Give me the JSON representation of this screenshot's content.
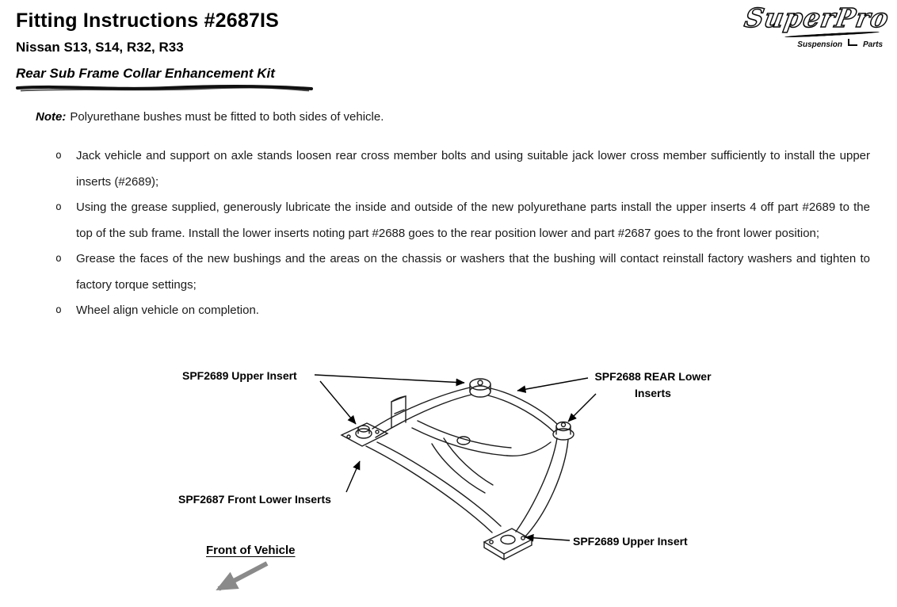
{
  "header": {
    "title": "Fitting Instructions #2687IS",
    "subtitle": "Nissan S13, S14, R32, R33",
    "kit_name": "Rear Sub Frame Collar Enhancement Kit",
    "logo": {
      "brand": "SuperPro",
      "tagline_left": "Suspension",
      "tagline_right": "Parts"
    }
  },
  "note": {
    "label": "Note:",
    "text": "Polyurethane bushes must be fitted to both sides of vehicle."
  },
  "instructions": [
    "Jack vehicle and support on axle stands loosen rear cross member bolts and using suitable jack lower cross member sufficiently to install the upper inserts (#2689);",
    "Using the grease supplied, generously lubricate the inside and outside of the new polyurethane parts install the upper inserts 4 off part #2689 to the top of the sub frame. Install the lower inserts noting part #2688 goes to the rear position lower and part #2687 goes to the front lower position;",
    "Grease the faces of the new bushings and the areas on the chassis or washers that the bushing will contact reinstall factory washers and tighten to factory torque settings;",
    "Wheel align vehicle on completion."
  ],
  "diagram": {
    "labels": {
      "upper_insert_top": "SPF2689 Upper Insert",
      "rear_lower_inserts": "SPF2688 REAR Lower Inserts",
      "front_lower_inserts": "SPF2687 Front Lower Inserts",
      "upper_insert_bottom": "SPF2689 Upper Insert",
      "front_of_vehicle": "Front of Vehicle"
    },
    "colors": {
      "line": "#1c1c1c",
      "front_arrow": "#8a8a8a"
    }
  }
}
